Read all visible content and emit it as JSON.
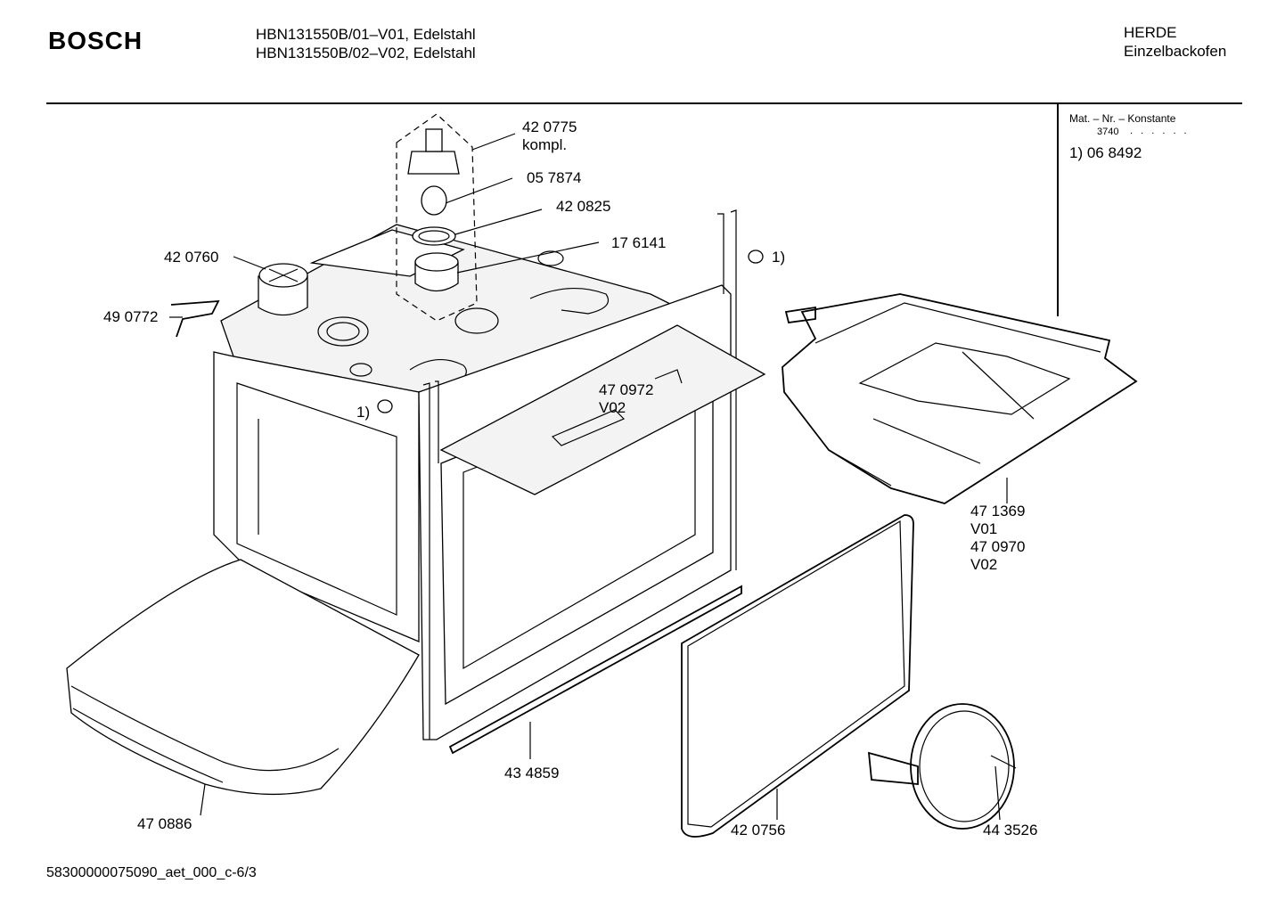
{
  "header": {
    "brand": "BOSCH",
    "model_line_1": "HBN131550B/01–V01, Edelstahl",
    "model_line_2": "HBN131550B/02–V02, Edelstahl",
    "category": "HERDE",
    "subcategory": "Einzelbackofen"
  },
  "material_box": {
    "label": "Mat. – Nr. – Konstante",
    "constant": "3740",
    "dots": ". . . . . .",
    "note": "1) 06 8492"
  },
  "parts": {
    "p420775": "42 0775",
    "p420775_suffix": "kompl.",
    "p057874": "05 7874",
    "p420825": "42 0825",
    "p176141": "17 6141",
    "p420760": "42 0760",
    "p490772": "49 0772",
    "p470972": "47 0972",
    "p470972_suffix": "V02",
    "note_mark_1": "1)",
    "note_mark_2": "1)",
    "p471369": "47 1369",
    "p471369_suffix": "V01",
    "p470970": "47 0970",
    "p470970_suffix": "V02",
    "p434859": "43 4859",
    "p470886": "47 0886",
    "p420756": "42 0756",
    "p443526": "44 3526"
  },
  "footer": {
    "doc_id": "58300000075090_aet_000_c-6/3"
  }
}
